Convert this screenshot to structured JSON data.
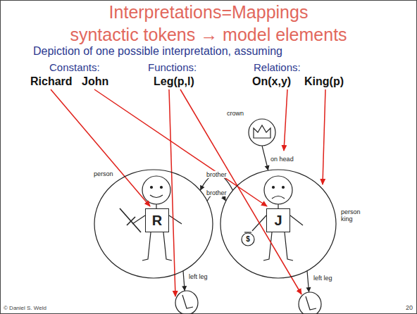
{
  "diagram": {
    "title": "Interpretations=Mappings",
    "nodes": [
      {
        "text": [
          "crown"
        ]
      },
      {
        "text": [
          "person"
        ]
      },
      {
        "text": [
          "R"
        ],
        "in": 1
      },
      {
        "text": [
          "person king"
        ]
      },
      {
        "text": [
          "J"
        ],
        "in": 3
      },
      {
        "text": [
          "left leg"
        ]
      },
      {
        "text": [
          "left leg"
        ]
      }
    ],
    "edges": [
      {
        "from": 0,
        "to": 3,
        "label": "on head",
        "arrow": "to"
      },
      {
        "from": 3,
        "to": 1,
        "label": "brother",
        "arrow": "to"
      },
      {
        "from": 1,
        "to": 3,
        "label": "brother",
        "arrow": "to"
      },
      {
        "from": 1,
        "to": 5,
        "arrow": "to"
      },
      {
        "from": 3,
        "to": 6,
        "arrow": "to"
      }
    ],
    "labels": [
      "syntactic tokens → model elements",
      "Depiction of one possible interpretation, assuming",
      "Constants:",
      "Functions:",
      "Relations:",
      "Richard",
      "John",
      "Leg(p,l)",
      "On(x,y)",
      "King(p)",
      "$",
      "© Daniel S. Weld",
      "20"
    ]
  }
}
